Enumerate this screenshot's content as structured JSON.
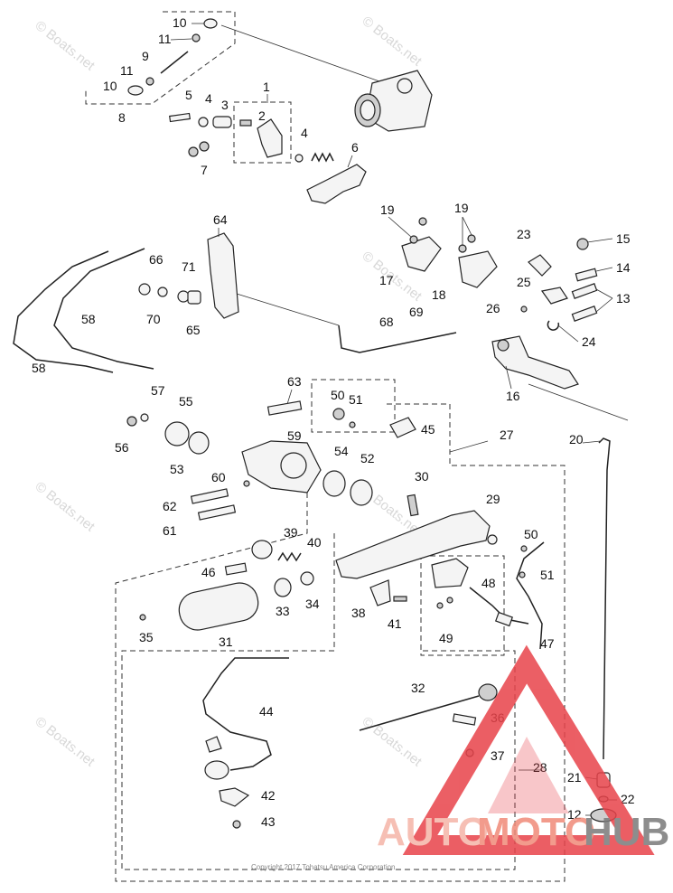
{
  "watermarks": {
    "site": "© Boats.net",
    "copyright": "Copyright 2017 Tohatsu America Corporation",
    "brand_auto": "AUTO",
    "brand_moto": "MOTO",
    "brand_hub": "HUB"
  },
  "callouts": {
    "c1": "1",
    "c2": "2",
    "c3": "3",
    "c4a": "4",
    "c4b": "4",
    "c5": "5",
    "c6": "6",
    "c7": "7",
    "c8": "8",
    "c9": "9",
    "c10a": "10",
    "c10b": "10",
    "c11a": "11",
    "c11b": "11",
    "c12": "12",
    "c13": "13",
    "c14": "14",
    "c15": "15",
    "c16": "16",
    "c17": "17",
    "c18": "18",
    "c19a": "19",
    "c19b": "19",
    "c20": "20",
    "c21": "21",
    "c22": "22",
    "c23": "23",
    "c24": "24",
    "c25": "25",
    "c26": "26",
    "c27": "27",
    "c28": "28",
    "c29": "29",
    "c30": "30",
    "c31": "31",
    "c32": "32",
    "c33": "33",
    "c34": "34",
    "c35": "35",
    "c36": "36",
    "c37": "37",
    "c38": "38",
    "c39": "39",
    "c40": "40",
    "c41": "41",
    "c42": "42",
    "c43": "43",
    "c44": "44",
    "c45": "45",
    "c46": "46",
    "c47": "47",
    "c48": "48",
    "c49": "49",
    "c50a": "50",
    "c50b": "50",
    "c51a": "51",
    "c51b": "51",
    "c52": "52",
    "c53": "53",
    "c54": "54",
    "c55": "55",
    "c56": "56",
    "c57": "57",
    "c58a": "58",
    "c58b": "58",
    "c59": "59",
    "c60": "60",
    "c61": "61",
    "c62": "62",
    "c63": "63",
    "c64": "64",
    "c65": "65",
    "c66": "66",
    "c68": "68",
    "c69": "69",
    "c70": "70",
    "c71": "71"
  },
  "colors": {
    "line": "#222222",
    "brand_triangle": "#e8434a",
    "brand_light": "#f5b5a8",
    "brand_mid": "#f08a78",
    "brand_gray": "#7a7a7a"
  }
}
